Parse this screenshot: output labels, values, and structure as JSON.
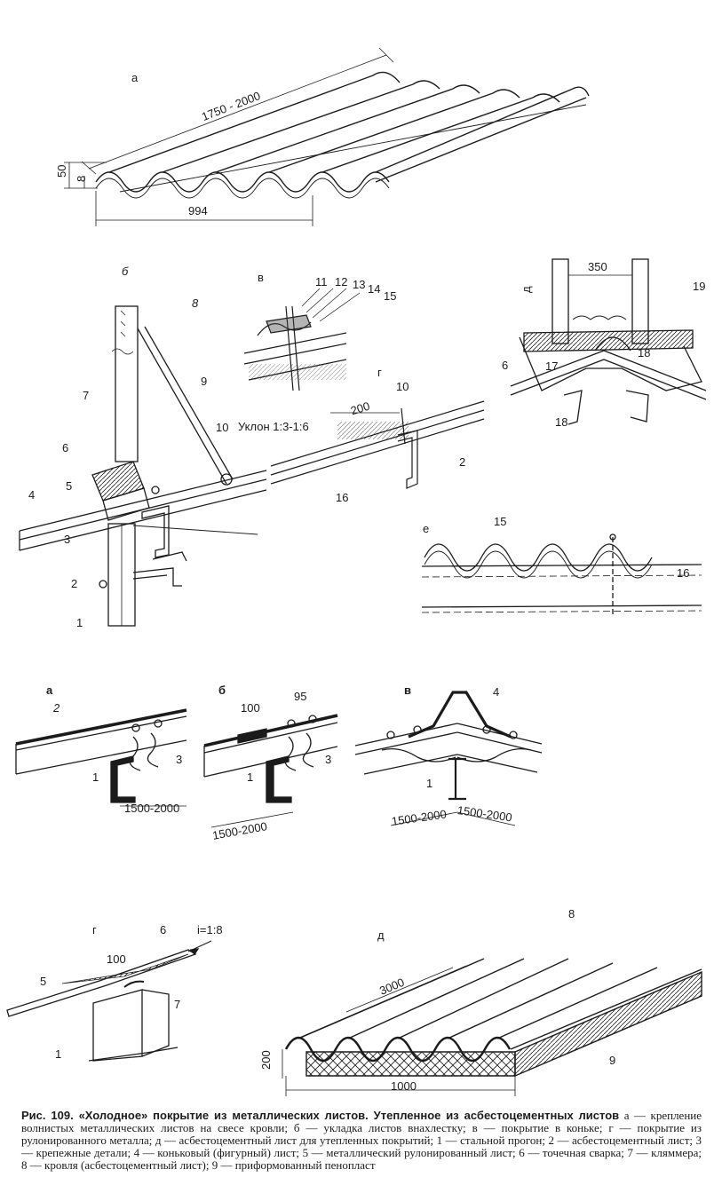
{
  "fig_top": {
    "a": {
      "letter": "а",
      "len": "1750 - 2000",
      "h1": "50",
      "h2": "8",
      "w": "994"
    },
    "b": {
      "letter": "б",
      "n1": "1",
      "n2": "2",
      "n3": "3",
      "n4": "4",
      "n5": "5",
      "n6": "6",
      "n7": "7",
      "n8": "8",
      "n9": "9",
      "n10": "10"
    },
    "v": {
      "letter": "в",
      "n11": "11",
      "n12": "12",
      "n13": "13",
      "n14": "14",
      "n15": "15"
    },
    "g": {
      "letter": "г",
      "dim": "200",
      "n10": "10",
      "slope": "Уклон 1:3-1:6",
      "n2": "2",
      "n16": "16"
    },
    "d": {
      "letter": "д",
      "dim": "350",
      "n19": "19",
      "n6": "6",
      "n17": "17",
      "n18a": "18",
      "n18b": "18"
    },
    "e": {
      "letter": "е",
      "n15": "15",
      "n16": "16"
    }
  },
  "fig_mid": {
    "a": {
      "letter": "а",
      "n2": "2",
      "n3": "3",
      "n1": "1",
      "dim": "1500-2000"
    },
    "b": {
      "letter": "б",
      "d100": "100",
      "d95": "95",
      "n3": "3",
      "n1": "1",
      "dim": "1500-2000"
    },
    "v": {
      "letter": "в",
      "n4": "4",
      "n1": "1",
      "dim1": "1500-2000",
      "dim2": "1500-2000"
    }
  },
  "fig_bot": {
    "g": {
      "letter": "г",
      "n6": "6",
      "slope": "i=1:8",
      "d100": "100",
      "n5": "5",
      "n7": "7",
      "n1": "1"
    },
    "d": {
      "letter": "д",
      "n8": "8",
      "len": "3000",
      "h": "200",
      "w": "1000",
      "n9": "9"
    }
  },
  "caption": {
    "title": "Рис. 109. «Холодное» покрытие из металлических листов. ",
    "title2": "Утепленное из асбестоцементных листов",
    "body": "а — крепление волнистых металлических листов на свесе кровли; б — укладка листов внахлестку; в — покрытие в коньке; г — покрытие из рулонированного металла; д — асбестоцементный лист для утепленных покрытий; 1 — стальной прогон; 2 — асбестоцементный лист; 3 — крепежные детали; 4 — коньковый (фигурный) лист; 5 — металлический рулонированный лист; 6 — точечная сварка; 7 — кляммера; 8 — кровля (асбестоцементный лист); 9 — приформованный пенопласт"
  }
}
